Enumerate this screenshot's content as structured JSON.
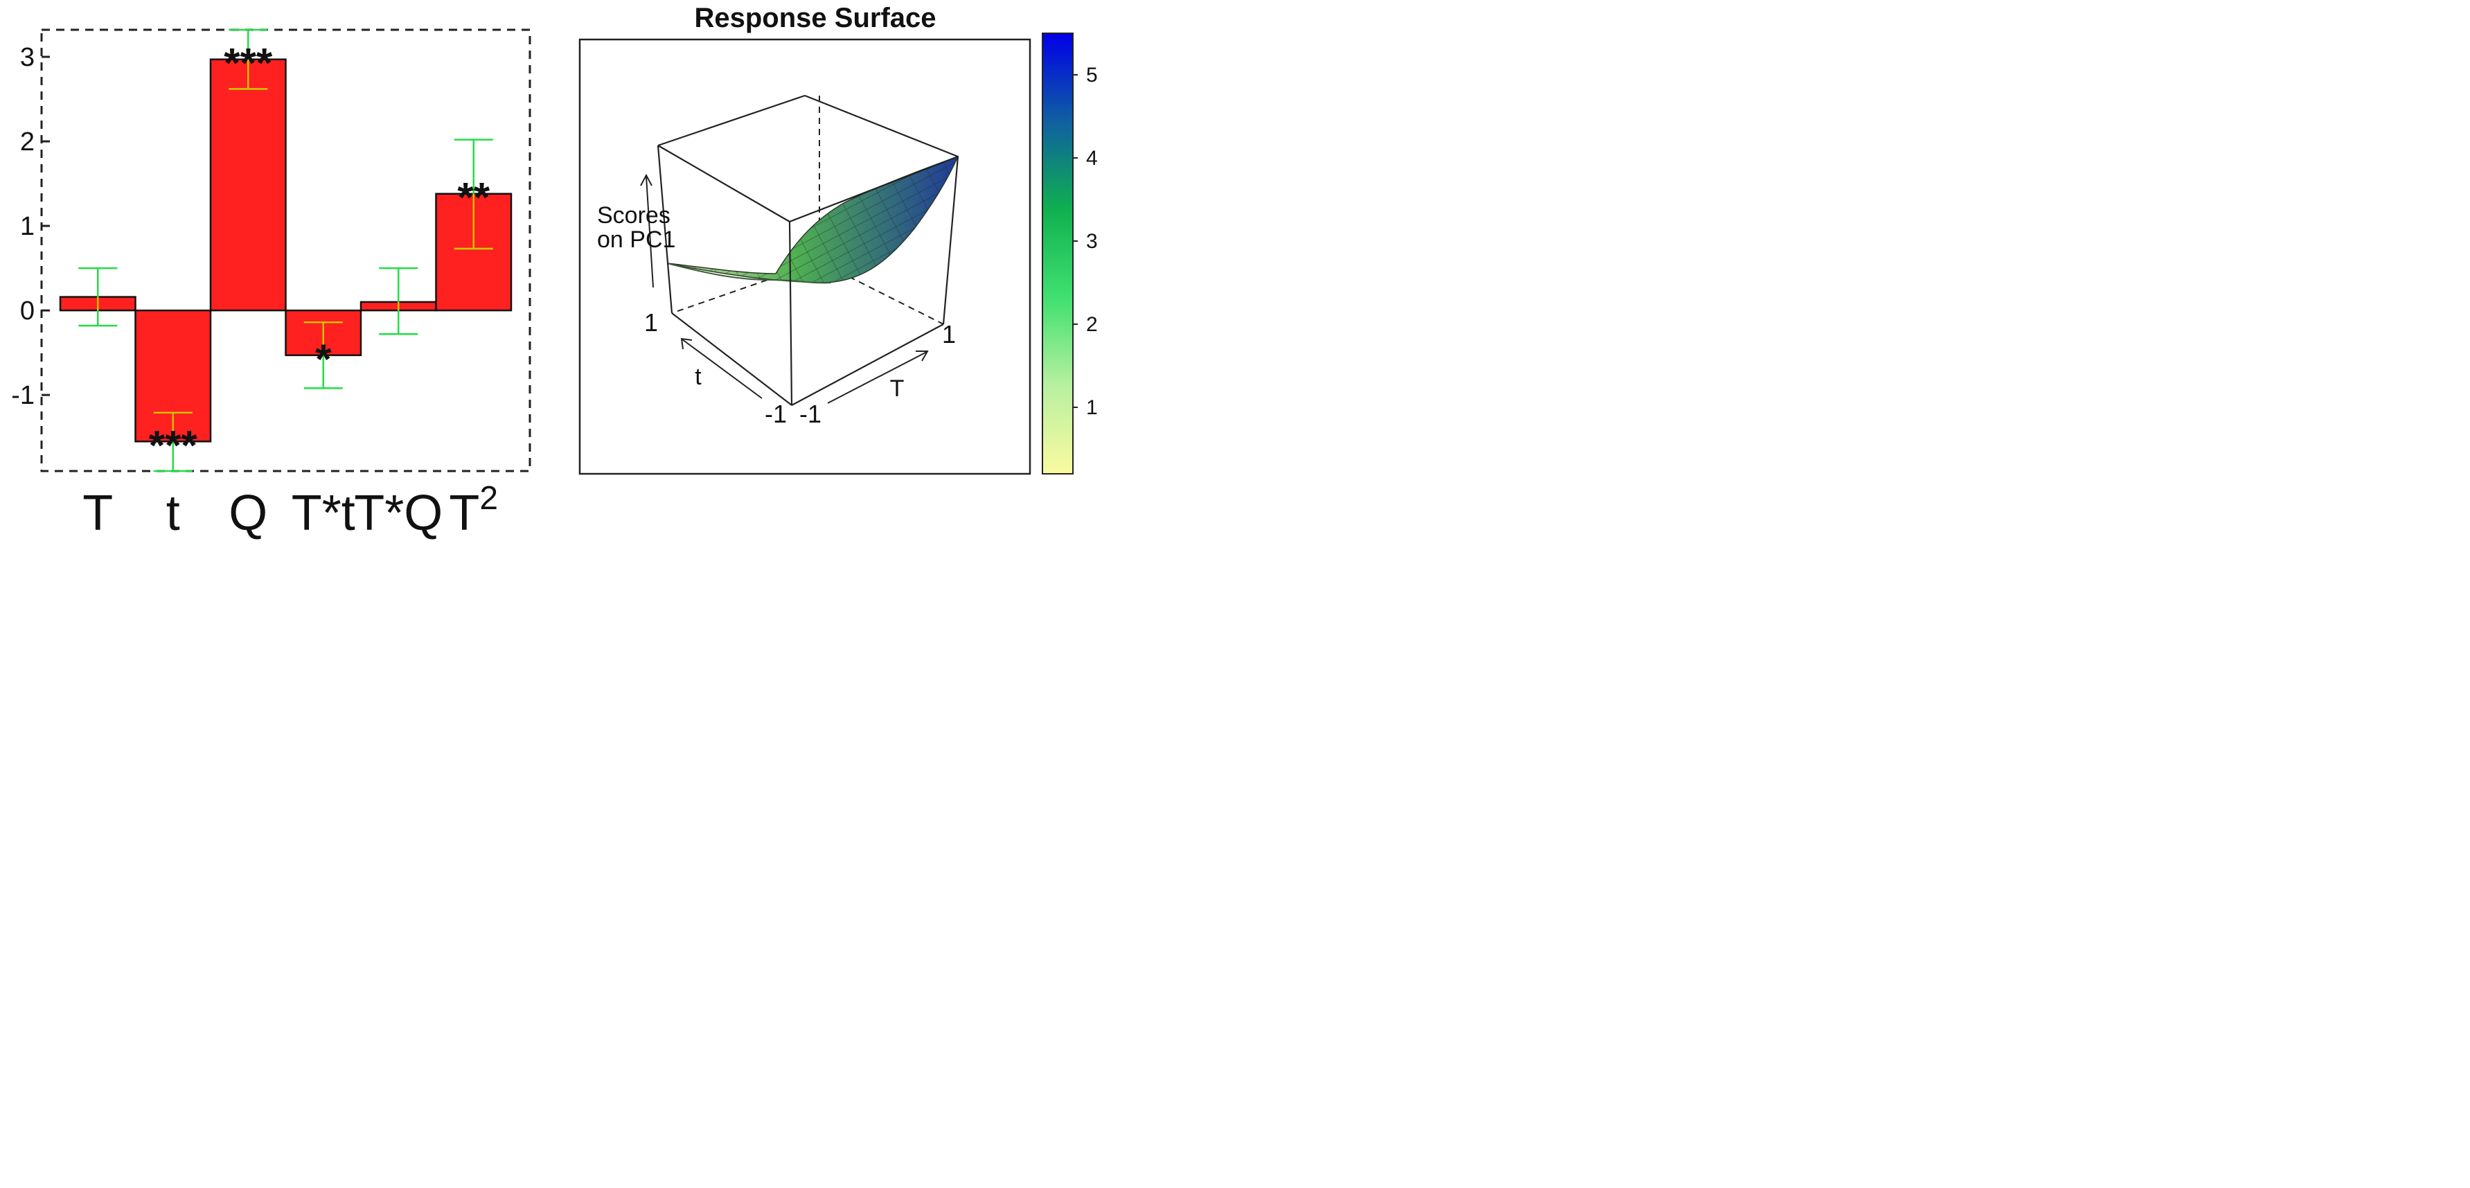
{
  "chart_data": [
    {
      "type": "bar",
      "title": "",
      "categories": [
        "T",
        "t",
        "Q",
        "T*t",
        "T*Q",
        "T2"
      ],
      "category_labels": [
        {
          "base": "T",
          "sup": ""
        },
        {
          "base": "t",
          "sup": ""
        },
        {
          "base": "Q",
          "sup": ""
        },
        {
          "base": "T*t",
          "sup": ""
        },
        {
          "base": "T*Q",
          "sup": ""
        },
        {
          "base": "T",
          "sup": "2"
        }
      ],
      "values": [
        0.16,
        -1.55,
        2.97,
        -0.53,
        0.1,
        1.38
      ],
      "error_low": [
        -0.18,
        -1.9,
        2.62,
        -0.92,
        -0.28,
        0.73
      ],
      "error_high": [
        0.5,
        -1.21,
        3.32,
        -0.14,
        0.5,
        2.02
      ],
      "significance": [
        "",
        "***",
        "***",
        "*",
        "",
        "**"
      ],
      "yticks": [
        "-1",
        "0",
        "1",
        "2",
        "3"
      ],
      "ytick_values": [
        -1,
        0,
        1,
        2,
        3
      ],
      "ylim": [
        -1.9,
        3.32
      ],
      "bar_color": "#ff2020",
      "error_color": "#22dd44",
      "error_inner_color": "#d4c000",
      "legend": "none",
      "grid": false
    },
    {
      "type": "surface",
      "title": "Response Surface",
      "xlabel": "T",
      "ylabel": "t",
      "zlabel_lines": [
        "Scores",
        "on PC1"
      ],
      "x_ticks": [
        "-1",
        "1"
      ],
      "y_ticks": [
        "-1",
        "1"
      ],
      "x_range": [
        -1,
        1
      ],
      "y_range": [
        -1,
        1
      ],
      "z_range": [
        0.2,
        5.5
      ],
      "colorbar_ticks": [
        "1",
        "2",
        "3",
        "4",
        "5"
      ],
      "colorbar_values": [
        1,
        2,
        3,
        4,
        5
      ],
      "colorbar_colors": [
        "#fafaa0",
        "#b8f0a0",
        "#40e070",
        "#10b050",
        "#1060a0",
        "#0000e8"
      ],
      "surface_color_low": "#d8e890",
      "surface_color_high": "#1838a0"
    }
  ]
}
